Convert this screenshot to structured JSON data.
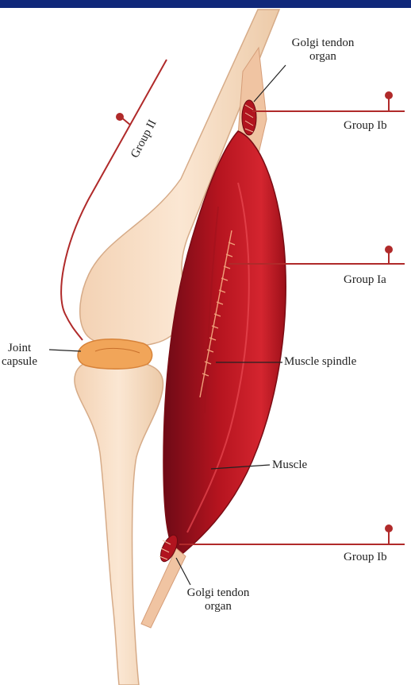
{
  "colors": {
    "top_bar": "#10287a",
    "bone_fill": "#f6dcc2",
    "bone_stroke": "#d9b08f",
    "muscle_dark": "#8c0f1c",
    "muscle_mid": "#c81e2a",
    "muscle_light": "#e23a44",
    "tendon": "#f0c9a8",
    "nerve_line": "#b02a2a",
    "capsule": "#f3a65c",
    "leader": "#222222"
  },
  "labels": {
    "golgi_top": [
      "Golgi tendon",
      "organ"
    ],
    "group_ib_top": "Group Ib",
    "group_ii": "Group II",
    "group_ia": "Group Ia",
    "joint_capsule": [
      "Joint",
      "capsule"
    ],
    "muscle_spindle": "Muscle spindle",
    "muscle": "Muscle",
    "group_ib_bottom": "Group Ib",
    "golgi_bottom": [
      "Golgi tendon",
      "organ"
    ]
  }
}
